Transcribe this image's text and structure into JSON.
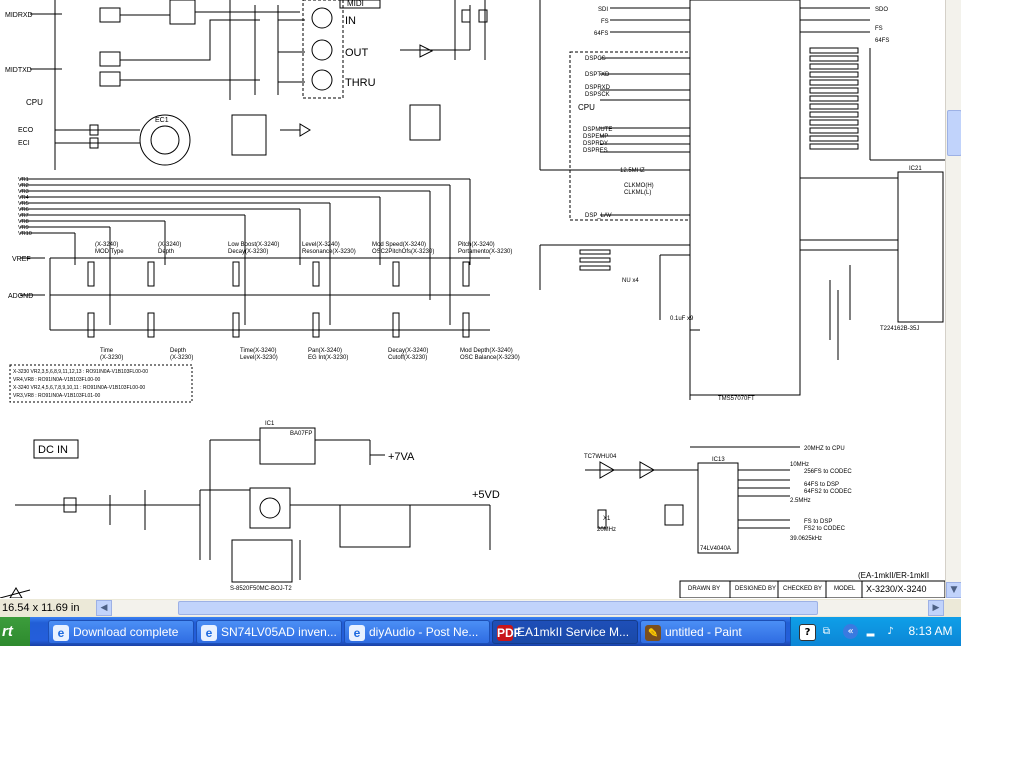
{
  "document": {
    "dimensions": "16.54 x 11.69 in"
  },
  "schematic": {
    "labels": {
      "midi": "MIDI",
      "in": "IN",
      "out": "OUT",
      "thru": "THRU",
      "midrxd": "MIDRXD",
      "midtxd": "MIDTXD",
      "cpu_left": "CPU",
      "eco": "ECO",
      "eci": "ECI",
      "ec1": "EC1",
      "vr_bus": [
        "VR1",
        "VR2",
        "VR3",
        "VR4",
        "VR5",
        "VR6",
        "VR7",
        "VR8",
        "VR9",
        "VR10"
      ],
      "vref": "VREF",
      "adgnd": "ADGND",
      "pot_titles": [
        {
          "t": "(X-3240)",
          "s": "MOD Type"
        },
        {
          "t": "(X-3240)",
          "s": "Depth"
        },
        {
          "t": "Low Boost(X-3240)",
          "s": "Decay(X-3230)"
        },
        {
          "t": "Level(X-3240)",
          "s": "Resonance(X-3230)"
        },
        {
          "t": "Mod Speed(X-3240)",
          "s": "OSC2PitchOfs(X-3230)"
        },
        {
          "t": "Pitch(X-3240)",
          "s": "Portamento(X-3230)"
        }
      ],
      "pot_bottom": [
        {
          "t": "Time",
          "s": "(X-3230)"
        },
        {
          "t": "Depth",
          "s": "(X-3230)"
        },
        {
          "t": "Time(X-3240)",
          "s": "Level(X-3230)"
        },
        {
          "t": "Pan(X-3240)",
          "s": "EG Int(X-3230)"
        },
        {
          "t": "Decay(X-3240)",
          "s": "Cutoff(X-3230)"
        },
        {
          "t": "Mod Depth(X-3240)",
          "s": "OSC Balance(X-3230)"
        }
      ],
      "notes": [
        "X-3230  VR2,3,5,6,8,9,11,12,13 : RO91IN0A-V1B103FL00-00",
        "        VR4,VR8               : RO91IN0A-V1B103FL00-00",
        "X-3240  VR2,4,5,6,7,8,9,10,11  : RO91IN0A-V1B103FL00-00",
        "        VR3,VR8                : RO91IN0A-V1B103FL01-00"
      ],
      "dc_in": "DC IN",
      "plus7va": "+7VA",
      "plus5vd": "+5VD",
      "ic1": "IC1",
      "ic1_part": "BA07FP",
      "ic5_part": "S-8520F50MC-BOJ-T2",
      "sdi": "SDI",
      "fs": "FS",
      "fs64": "64FS",
      "sdo": "SDO",
      "fs_out": "FS",
      "fs64_out": "64FS",
      "cpu_right": "CPU",
      "dsp_lav": "DSP_LAV",
      "dspmute": "DSPMUTE",
      "dspemp": "DSPEMP",
      "dsprdy": "DSPRDY",
      "dspres": "DSPRES",
      "dspcs": "DSPCS",
      "dsptxd": "DSPTXD",
      "dsprxd": "DSPRXD",
      "dspsck": "DSPSCK",
      "clk_12": "12.5MHZ",
      "clkmo": "CLKMO(H)",
      "clkml": "CLKML(L)",
      "nu_x4": "NU x4",
      "c_01uf_x9": "0.1uF x9",
      "tms": "TMS57070FT",
      "ic21": "IC21",
      "t224": "T224162B-35J",
      "ic13": "IC13",
      "ic13_part": "74LV4040A",
      "tc7": "TC7WHU04",
      "x1": "X1",
      "mhz20": "20MHz",
      "to_cpu": "20MHZ  to CPU",
      "to_codec1": "256FS  to CODEC",
      "to_dsp1": "64FS  to DSP",
      "to_codec2": "64FS2  to CODEC",
      "to_dsp2": "FS  to DSP",
      "to_codec3": "FS2  to CODEC",
      "mhz10": "10MHz",
      "mhz25": "2.5MHz",
      "khz39": "39.0625kHz",
      "title_corner": "(EA-1mkII/ER-1mkII",
      "drawn_by": "DRAWN BY",
      "designed_by": "DESIGNED BY",
      "checked_by": "CHECKED BY",
      "model": "MODEL",
      "model_val": "X-3230/X-3240"
    }
  },
  "taskbar": {
    "start_label": "rt",
    "tasks": [
      {
        "label": "Download complete",
        "icon": "ie-icon",
        "active": false
      },
      {
        "label": "SN74LV05AD inven...",
        "icon": "ie-icon",
        "active": false
      },
      {
        "label": "diyAudio - Post Ne...",
        "icon": "ie-icon",
        "active": false
      },
      {
        "label": "EA1mkII Service M...",
        "icon": "pdf-icon",
        "active": true
      },
      {
        "label": "untitled - Paint",
        "icon": "paint-icon",
        "active": false
      }
    ],
    "clock": "8:13 AM"
  }
}
